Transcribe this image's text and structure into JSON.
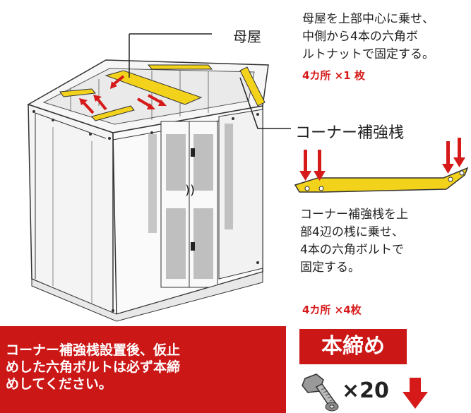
{
  "labels": {
    "main_beam": "母屋",
    "corner_brace": "コーナー補強桟"
  },
  "main_beam_note": {
    "lines": [
      "母屋を上部中心に乗せ、",
      "中側から4本の六角ボ",
      "ルトナットで固定する。"
    ],
    "quantity": "4カ所 ×1 枚"
  },
  "corner_note": {
    "lines": [
      "コーナー補強桟を上",
      "部4辺の桟に乗せ、",
      "4本の六角ボルトで",
      "固定する。"
    ],
    "quantity": "4カ所 ×4枚"
  },
  "warning": {
    "lines": [
      "コーナー補強桟設置後、仮止",
      "めした六角ボルトは必ず本締",
      "めしてください。"
    ]
  },
  "final_tighten": {
    "badge": "本締め",
    "count": "×20"
  },
  "icons": [
    "arrow-up-icon",
    "arrow-down-icon",
    "bolt-icon",
    "nut-icon"
  ],
  "colors": {
    "accent_red": "#cc1717",
    "brace_yellow": "#f2d21b"
  }
}
